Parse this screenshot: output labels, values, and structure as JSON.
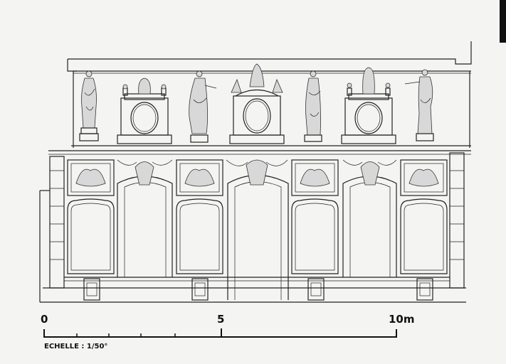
{
  "drawing": {
    "scale_bar": {
      "tick_zero": "0",
      "tick_five": "5",
      "tick_ten": "10m",
      "scale_label": "ECHELLE : 1/50°"
    }
  }
}
